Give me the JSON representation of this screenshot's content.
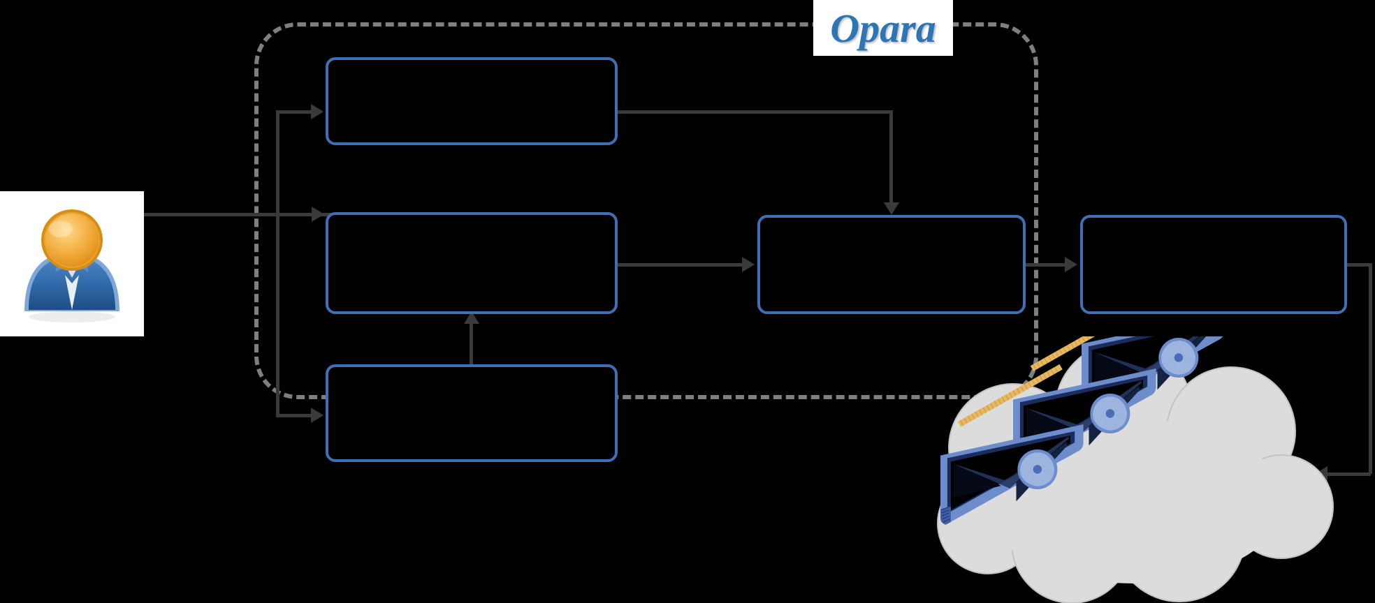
{
  "diagram": {
    "title": "Opara",
    "boundary_name": "system-boundary",
    "colors": {
      "box_border": "#3f6fb5",
      "boundary_dash": "#7f7f7f",
      "connector": "#3a3a3a",
      "title_blue": "#2e75b6",
      "cloud_fill": "#dcdcdc",
      "gpu_blue": "#3f5fa8",
      "gpu_light_blue": "#6d8ccb",
      "gpu_dark": "#1b2d5c",
      "gpu_gold": "#e8b860",
      "user_head": "#f0a330",
      "user_body": "#2f68a8",
      "plaque_white": "#ffffff",
      "background": "#000000"
    },
    "modules": [
      {
        "id": "box-scheduler",
        "label": ""
      },
      {
        "id": "box-executor",
        "label": ""
      },
      {
        "id": "box-profiler",
        "label": ""
      },
      {
        "id": "box-runtime",
        "label": ""
      },
      {
        "id": "box-backend",
        "label": ""
      }
    ],
    "actor": {
      "name": "user",
      "icon": "user-icon",
      "label": ""
    },
    "compute": {
      "name": "gpu-cloud",
      "icon": "gpu-cloud-icon",
      "gpu_count": 3,
      "label": ""
    },
    "connectors": [
      {
        "name": "user-to-modules",
        "label": ""
      },
      {
        "name": "branch-to-scheduler",
        "label": ""
      },
      {
        "name": "branch-to-executor",
        "label": ""
      },
      {
        "name": "branch-to-profiler",
        "label": ""
      },
      {
        "name": "profiler-to-executor",
        "label": ""
      },
      {
        "name": "scheduler-to-runtime",
        "label": ""
      },
      {
        "name": "executor-to-runtime",
        "label": ""
      },
      {
        "name": "runtime-to-backend",
        "label": ""
      },
      {
        "name": "backend-to-gpu-cloud",
        "label": ""
      }
    ]
  }
}
